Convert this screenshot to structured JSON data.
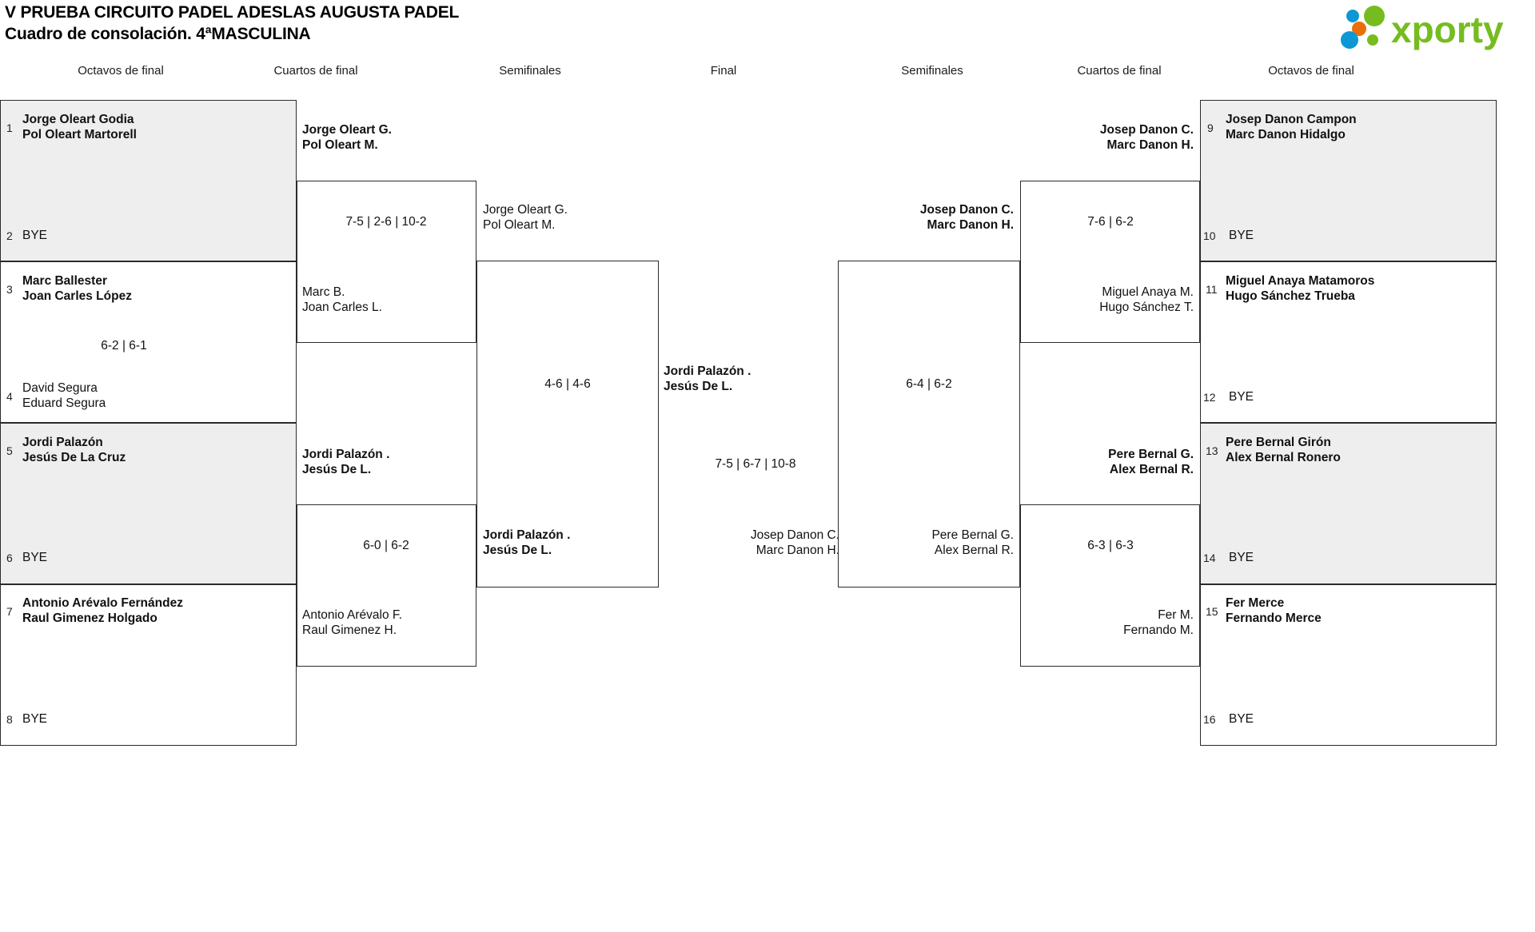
{
  "header": {
    "title_line1": "V PRUEBA CIRCUITO PADEL ADESLAS AUGUSTA PADEL",
    "title_line2": "Cuadro de consolación. 4ªMASCULINA",
    "logo_text": "xporty",
    "logo_colors": {
      "green": "#76bc21",
      "blue": "#0d97d4",
      "orange": "#e8700a"
    }
  },
  "round_headers": {
    "left_r16": "Octavos de final",
    "left_qf": "Cuartos de final",
    "left_sf": "Semifinales",
    "final": "Final",
    "right_sf": "Semifinales",
    "right_qf": "Cuartos de final",
    "right_r16": "Octavos de final"
  },
  "left": {
    "r16": [
      {
        "seed": "1",
        "p1": "Jorge Oleart Godia",
        "p2": "Pol Oleart Martorell",
        "winner": true,
        "shaded": true,
        "bye": false
      },
      {
        "seed": "2",
        "p1": "BYE",
        "p2": "",
        "winner": false,
        "shaded": true,
        "bye": true
      },
      {
        "seed": "3",
        "p1": "Marc Ballester",
        "p2": "Joan Carles López",
        "winner": true,
        "shaded": false,
        "bye": false
      },
      {
        "seed": "4",
        "p1": "David Segura",
        "p2": "Eduard Segura",
        "winner": false,
        "shaded": false,
        "bye": false
      },
      {
        "seed": "5",
        "p1": "Jordi Palazón",
        "p2": "Jesús De La Cruz",
        "winner": true,
        "shaded": true,
        "bye": false
      },
      {
        "seed": "6",
        "p1": "BYE",
        "p2": "",
        "winner": false,
        "shaded": true,
        "bye": true
      },
      {
        "seed": "7",
        "p1": "Antonio Arévalo Fernández",
        "p2": "Raul Gimenez Holgado",
        "winner": true,
        "shaded": false,
        "bye": false
      },
      {
        "seed": "8",
        "p1": "BYE",
        "p2": "",
        "winner": false,
        "shaded": false,
        "bye": true
      }
    ],
    "r16_scores": [
      "",
      "6-2 | 6-1",
      "",
      ""
    ],
    "qf": [
      {
        "p1": "Jorge Oleart G.",
        "p2": "Pol Oleart M.",
        "winner": true
      },
      {
        "p1": "Marc B.",
        "p2": "Joan Carles L.",
        "winner": false
      },
      {
        "p1": "Jordi Palazón .",
        "p2": "Jesús De L.",
        "winner": true
      },
      {
        "p1": "Antonio Arévalo F.",
        "p2": "Raul Gimenez H.",
        "winner": false
      }
    ],
    "qf_scores": [
      "7-5 | 2-6 | 10-2",
      "6-0 | 6-2"
    ],
    "sf": [
      {
        "p1": "Jorge Oleart G.",
        "p2": "Pol Oleart M.",
        "winner": false
      },
      {
        "p1": "Jordi Palazón .",
        "p2": "Jesús De L.",
        "winner": true
      }
    ],
    "sf_scores": [
      "4-6 | 4-6"
    ]
  },
  "final": {
    "team": {
      "p1": "Jordi Palazón .",
      "p2": "Jesús De L.",
      "winner": true
    },
    "score": "7-5 | 6-7 | 10-8",
    "runner_up": {
      "p1": "Josep Danon C.",
      "p2": "Marc Danon H.",
      "winner": false
    }
  },
  "right": {
    "sf": [
      {
        "p1": "Josep Danon C.",
        "p2": "Marc Danon H.",
        "winner": true
      },
      {
        "p1": "Pere Bernal G.",
        "p2": "Alex Bernal R.",
        "winner": false
      }
    ],
    "sf_scores": [
      "6-4 | 6-2"
    ],
    "qf": [
      {
        "p1": "Josep Danon C.",
        "p2": "Marc Danon H.",
        "winner": true
      },
      {
        "p1": "Miguel Anaya M.",
        "p2": "Hugo Sánchez T.",
        "winner": false
      },
      {
        "p1": "Pere Bernal G.",
        "p2": "Alex Bernal R.",
        "winner": true
      },
      {
        "p1": "Fer M.",
        "p2": "Fernando M.",
        "winner": false
      }
    ],
    "qf_scores": [
      "7-6 | 6-2",
      "6-3 | 6-3"
    ],
    "r16": [
      {
        "seed": "9",
        "p1": "Josep Danon Campon",
        "p2": "Marc Danon Hidalgo",
        "winner": true,
        "shaded": true,
        "bye": false
      },
      {
        "seed": "10",
        "p1": "BYE",
        "p2": "",
        "winner": false,
        "shaded": true,
        "bye": true
      },
      {
        "seed": "11",
        "p1": "Miguel Anaya Matamoros",
        "p2": "Hugo Sánchez Trueba",
        "winner": true,
        "shaded": false,
        "bye": false
      },
      {
        "seed": "12",
        "p1": "BYE",
        "p2": "",
        "winner": false,
        "shaded": false,
        "bye": true
      },
      {
        "seed": "13",
        "p1": "Pere Bernal Girón",
        "p2": "Alex Bernal Ronero",
        "winner": true,
        "shaded": true,
        "bye": false
      },
      {
        "seed": "14",
        "p1": "BYE",
        "p2": "",
        "winner": false,
        "shaded": true,
        "bye": true
      },
      {
        "seed": "15",
        "p1": "Fer Merce",
        "p2": "Fernando Merce",
        "winner": true,
        "shaded": false,
        "bye": false
      },
      {
        "seed": "16",
        "p1": "BYE",
        "p2": "",
        "winner": false,
        "shaded": false,
        "bye": true
      }
    ],
    "r16_scores": [
      "",
      "",
      "",
      ""
    ]
  }
}
